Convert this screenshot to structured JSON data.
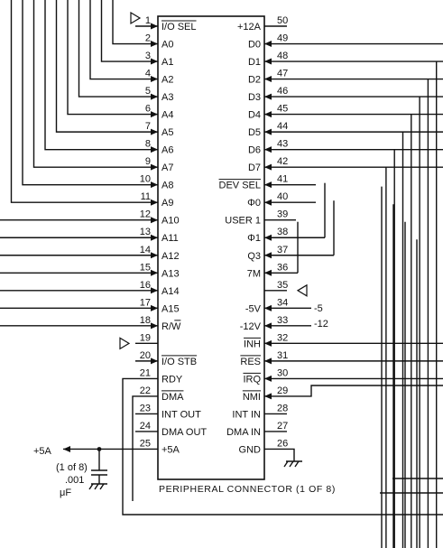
{
  "diagram": {
    "caption": "PERIPHERAL CONNECTOR (1 OF 8)",
    "left_pins": [
      {
        "num": "1",
        "label": "I/O SEL",
        "overbar": true
      },
      {
        "num": "2",
        "label": "A0"
      },
      {
        "num": "3",
        "label": "A1"
      },
      {
        "num": "4",
        "label": "A2"
      },
      {
        "num": "5",
        "label": "A3"
      },
      {
        "num": "6",
        "label": "A4"
      },
      {
        "num": "7",
        "label": "A5"
      },
      {
        "num": "8",
        "label": "A6"
      },
      {
        "num": "9",
        "label": "A7"
      },
      {
        "num": "10",
        "label": "A8"
      },
      {
        "num": "11",
        "label": "A9"
      },
      {
        "num": "12",
        "label": "A10"
      },
      {
        "num": "13",
        "label": "A11"
      },
      {
        "num": "14",
        "label": "A12"
      },
      {
        "num": "15",
        "label": "A13"
      },
      {
        "num": "16",
        "label": "A14"
      },
      {
        "num": "17",
        "label": "A15"
      },
      {
        "num": "18",
        "label": "R/W",
        "overbar_part": "W"
      },
      {
        "num": "19",
        "label": ""
      },
      {
        "num": "20",
        "label": "I/O STB",
        "overbar": true
      },
      {
        "num": "21",
        "label": "RDY"
      },
      {
        "num": "22",
        "label": "DMA",
        "overbar": true
      },
      {
        "num": "23",
        "label": "INT OUT"
      },
      {
        "num": "24",
        "label": "DMA OUT"
      },
      {
        "num": "25",
        "label": "+5A"
      }
    ],
    "right_pins": [
      {
        "num": "50",
        "label": "+12A"
      },
      {
        "num": "49",
        "label": "D0"
      },
      {
        "num": "48",
        "label": "D1"
      },
      {
        "num": "47",
        "label": "D2"
      },
      {
        "num": "46",
        "label": "D3"
      },
      {
        "num": "45",
        "label": "D4"
      },
      {
        "num": "44",
        "label": "D5"
      },
      {
        "num": "43",
        "label": "D6"
      },
      {
        "num": "42",
        "label": "D7"
      },
      {
        "num": "41",
        "label": "DEV SEL",
        "overbar": true
      },
      {
        "num": "40",
        "label": "Φ0"
      },
      {
        "num": "39",
        "label": "USER 1"
      },
      {
        "num": "38",
        "label": "Φ1"
      },
      {
        "num": "37",
        "label": "Q3"
      },
      {
        "num": "36",
        "label": "7M"
      },
      {
        "num": "35",
        "label": ""
      },
      {
        "num": "34",
        "label": "-5V"
      },
      {
        "num": "33",
        "label": "-12V"
      },
      {
        "num": "32",
        "label": "INH",
        "overbar": true
      },
      {
        "num": "31",
        "label": "RES",
        "overbar": true
      },
      {
        "num": "30",
        "label": "IRQ",
        "overbar": true
      },
      {
        "num": "29",
        "label": "NMI",
        "overbar": true
      },
      {
        "num": "28",
        "label": "INT IN"
      },
      {
        "num": "27",
        "label": "DMA IN"
      },
      {
        "num": "26",
        "label": "GND"
      }
    ],
    "ext": {
      "minus5": "-5",
      "minus12": "-12",
      "plus5a": "+5A",
      "cap_count": "(1 of 8)",
      "cap_value": ".001",
      "cap_unit": "μF"
    }
  }
}
